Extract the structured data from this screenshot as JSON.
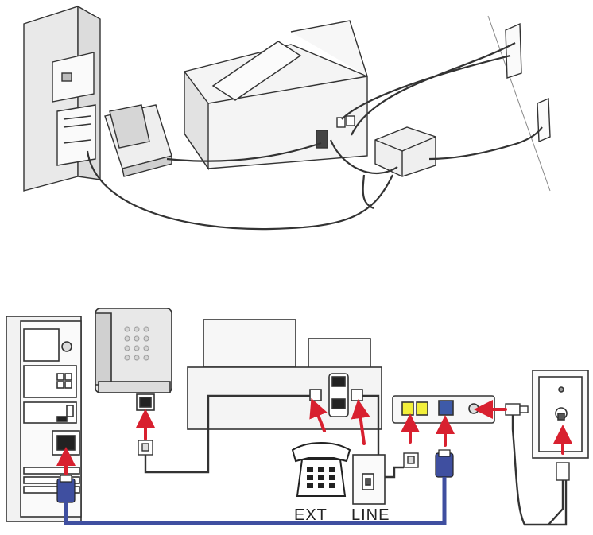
{
  "labels": {
    "ext": "EXT",
    "line": "LINE"
  },
  "colors": {
    "arrow": "#d8202f",
    "ethernet_cable": "#3f4fa0",
    "port_yellow": "#f2ef3a",
    "port_blue": "#3e5aa8",
    "outline": "#333333",
    "device_fill": "#f4f4f4"
  },
  "icons": [
    "computer-tower",
    "telephone",
    "printer",
    "dsl-modem",
    "splitter",
    "wall-jack",
    "phone-icon",
    "line-jack"
  ]
}
